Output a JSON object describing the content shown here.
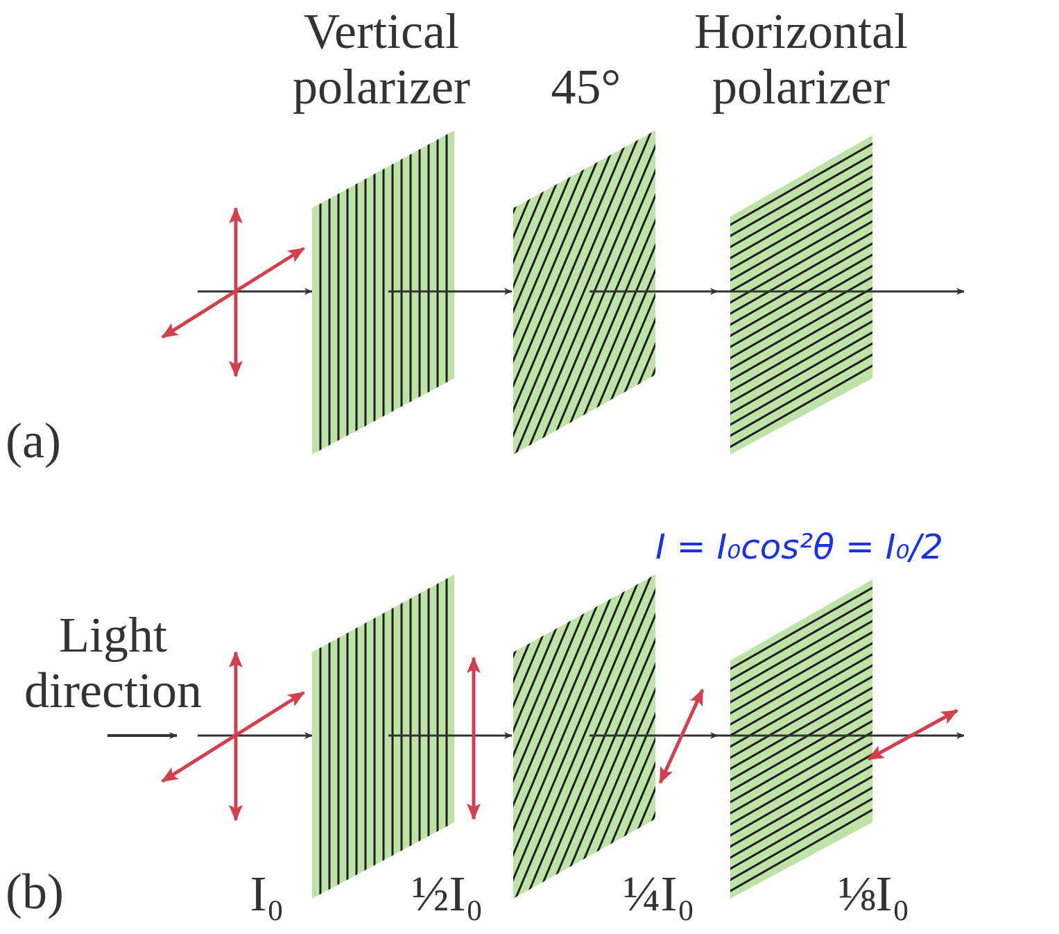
{
  "diagram": {
    "labels": [
      "Vertical polarizer",
      "45°",
      "Horizontal polarizer",
      "(a)",
      "Light direction",
      "I = I₀cos²θ = I₀/2",
      "(b)",
      "I₀",
      "½I₀",
      "¼I₀",
      "⅛I₀"
    ]
  }
}
